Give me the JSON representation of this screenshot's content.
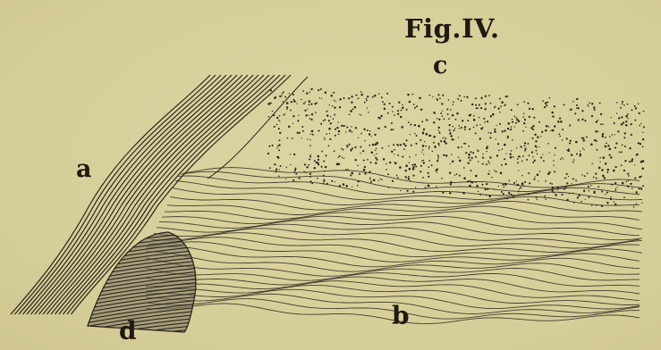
{
  "figure": {
    "title": "Fig.IV.",
    "labels": {
      "a": "a",
      "b": "b",
      "c": "c",
      "d": "d"
    }
  },
  "colors": {
    "paper": "#d9d19c",
    "ink": "#2a251c"
  }
}
